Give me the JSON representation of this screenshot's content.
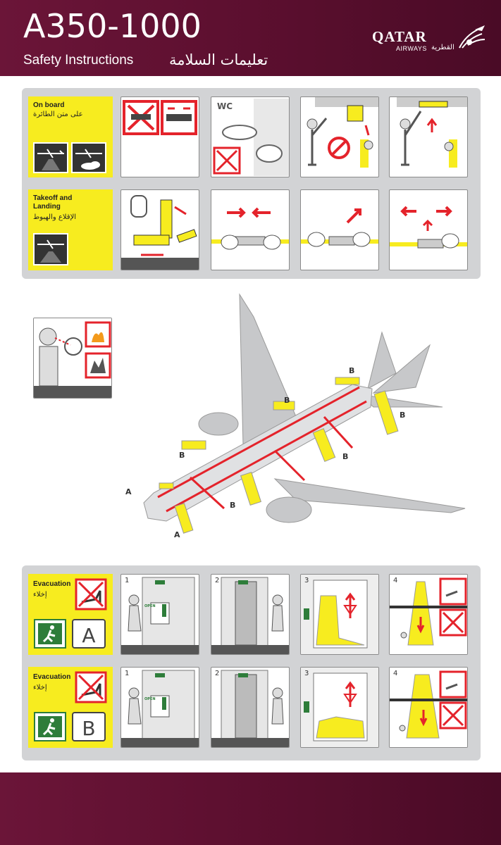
{
  "header": {
    "title": "A350-1000",
    "subtitle": "Safety Instructions",
    "subtitle_ar": "تعليمات السلامة",
    "logo_text": "QATAR",
    "logo_sub": "AIRWAYS",
    "logo_sub_ar": "القطرية"
  },
  "onboard": {
    "label": "On board",
    "label_ar": "على متن الطائرة",
    "wc_label": "WC"
  },
  "takeoff": {
    "label": "Takeoff and Landing",
    "label_ar": "الإقلاع والهبوط"
  },
  "doors": {
    "a_front": "A",
    "a_lower": "A",
    "b_left": "B",
    "b_lower": "B",
    "b_mid": "B",
    "b_top": "B",
    "b_right": "B",
    "b_center": "B"
  },
  "evac_a": {
    "label": "Evacuation",
    "label_ar": "إخلاء",
    "exit_letter": "A",
    "steps": [
      "1",
      "2",
      "3",
      "4"
    ],
    "open_label": "OPEN"
  },
  "evac_b": {
    "label": "Evacuation",
    "label_ar": "إخلاء",
    "exit_letter": "B",
    "steps": [
      "1",
      "2",
      "3",
      "4"
    ],
    "open_label": "OPEN"
  },
  "colors": {
    "burgundy": "#5c0f2f",
    "yellow": "#f7ec1f",
    "red": "#e4232b",
    "green": "#2e7d3a",
    "panel_gray": "#d2d3d5"
  }
}
